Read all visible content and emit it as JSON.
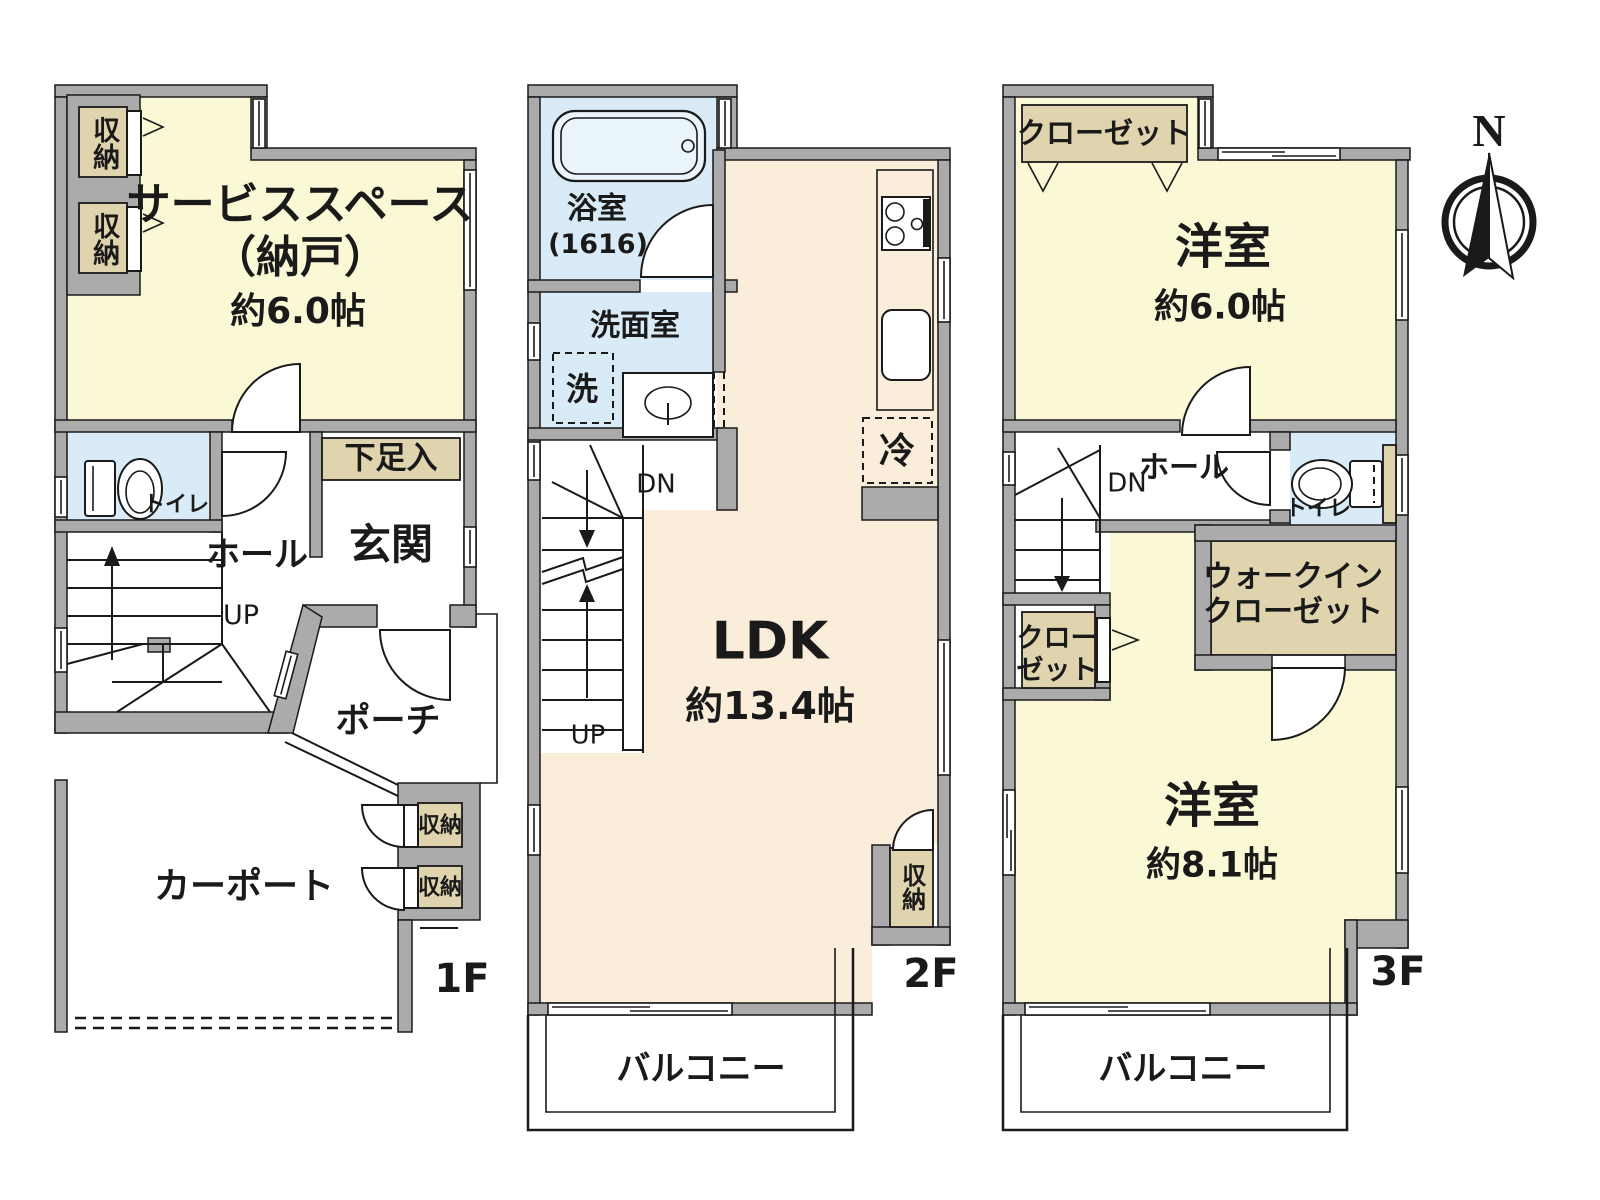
{
  "title": "3-story house floor plan",
  "colors": {
    "wall": "#ABABAB",
    "line": "#1A1A1A",
    "room_yellow": "#FBF8D6",
    "room_cream": "#FAEDDA",
    "room_blue": "#D9EBF7",
    "room_tan": "#DFD4AE",
    "tub_blue": "#E9F4FB"
  },
  "compass": {
    "north_label": "N"
  },
  "floors": [
    {
      "name": "1F",
      "floor_label": "1F",
      "rooms": {
        "service_space": {
          "name": "サービススペース",
          "name_sub": "（納戸）",
          "size": "約6.0帖"
        },
        "storage_top_1": {
          "name": "収納"
        },
        "storage_top_2": {
          "name": "収納"
        },
        "toilet": {
          "name": "トイレ"
        },
        "hall": {
          "name": "ホール"
        },
        "shoe_cabinet": {
          "name": "下足入"
        },
        "entrance": {
          "name": "玄関"
        },
        "porch": {
          "name": "ポーチ"
        },
        "carport": {
          "name": "カーポート"
        },
        "storage_mid": {
          "name": "収納"
        },
        "storage_bottom": {
          "name": "収納"
        },
        "stairs": {
          "up": "UP"
        }
      }
    },
    {
      "name": "2F",
      "floor_label": "2F",
      "rooms": {
        "bathroom": {
          "name": "浴室",
          "size": "(1616)"
        },
        "washroom": {
          "name": "洗面室"
        },
        "washer": {
          "name": "洗"
        },
        "refrigerator": {
          "name": "冷"
        },
        "ldk": {
          "name": "LDK",
          "size": "約13.4帖"
        },
        "storage": {
          "name": "収納"
        },
        "balcony": {
          "name": "バルコニー"
        },
        "stairs": {
          "down": "DN",
          "up": "UP"
        }
      }
    },
    {
      "name": "3F",
      "floor_label": "3F",
      "rooms": {
        "closet_top": {
          "name": "クローゼット"
        },
        "western_room_6": {
          "name": "洋室",
          "size": "約6.0帖"
        },
        "hall": {
          "name": "ホール"
        },
        "toilet": {
          "name": "トイレ"
        },
        "walk_in_closet": {
          "line1": "ウォークイン",
          "line2": "クローゼット"
        },
        "closet_small": {
          "line1": "クロー",
          "line2": "ゼット"
        },
        "western_room_8": {
          "name": "洋室",
          "size": "約8.1帖"
        },
        "balcony": {
          "name": "バルコニー"
        },
        "stairs": {
          "down": "DN"
        }
      }
    }
  ]
}
